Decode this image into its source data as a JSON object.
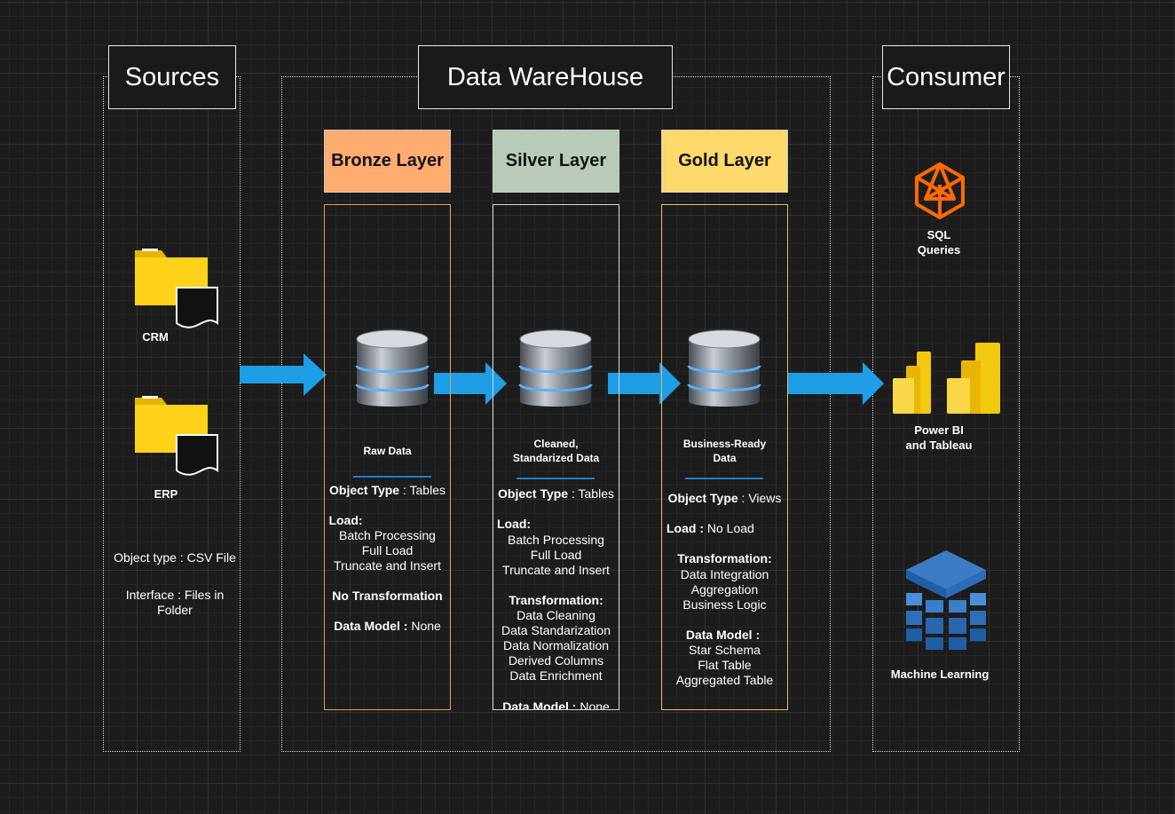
{
  "sections": {
    "sources": "Sources",
    "warehouse": "Data WareHouse",
    "consumer": "Consumer"
  },
  "sources": {
    "crm": "CRM",
    "erp": "ERP",
    "object_type": "Object type : CSV File",
    "interface_line1": "Interface : Files in",
    "interface_line2": "Folder"
  },
  "bronze": {
    "title": "Bronze Layer",
    "color": "#ffac70",
    "data_label": "Raw Data",
    "object_type_key": "Object Type",
    "object_type_val": " : Tables",
    "load_key": "Load:",
    "load_items": [
      "Batch Processing",
      "Full Load",
      "Truncate and Insert"
    ],
    "transformation": "No Transformation",
    "data_model_key": "Data Model :",
    "data_model_val": " None"
  },
  "silver": {
    "title": "Silver Layer",
    "color": "#b9cab9",
    "data_label_line1": "Cleaned,",
    "data_label_line2": "Standarized Data",
    "object_type_key": "Object Type",
    "object_type_val": " : Tables",
    "load_key": "Load:",
    "load_items": [
      "Batch Processing",
      "Full Load",
      "Truncate and Insert"
    ],
    "transformation_key": "Transformation:",
    "transformation_items": [
      "Data Cleaning",
      "Data Standarization",
      "Data Normalization",
      "Derived Columns",
      "Data Enrichment"
    ],
    "data_model_key": "Data Model :",
    "data_model_val": " None"
  },
  "gold": {
    "title": "Gold Layer",
    "color": "#ffd96b",
    "data_label_line1": "Business-Ready",
    "data_label_line2": "Data",
    "object_type_key": "Object Type",
    "object_type_val": " : Views",
    "load_key": "Load :",
    "load_val": " No Load",
    "transformation_key": "Transformation:",
    "transformation_items": [
      "Data Integration",
      "Aggregation",
      "Business Logic"
    ],
    "data_model_key": "Data Model :",
    "data_model_items": [
      "Star Schema",
      "Flat Table",
      "Aggregated Table"
    ]
  },
  "consumers": {
    "sql_line1": "SQL",
    "sql_line2": "Queries",
    "bi_line1": "Power BI",
    "bi_line2": "and Tableau",
    "ml": "Machine Learning"
  },
  "icons": [
    "folder-icon",
    "document-icon",
    "database-icon",
    "arrow-icon",
    "sql-logo-icon",
    "power-bi-icon",
    "machine-learning-icon"
  ]
}
